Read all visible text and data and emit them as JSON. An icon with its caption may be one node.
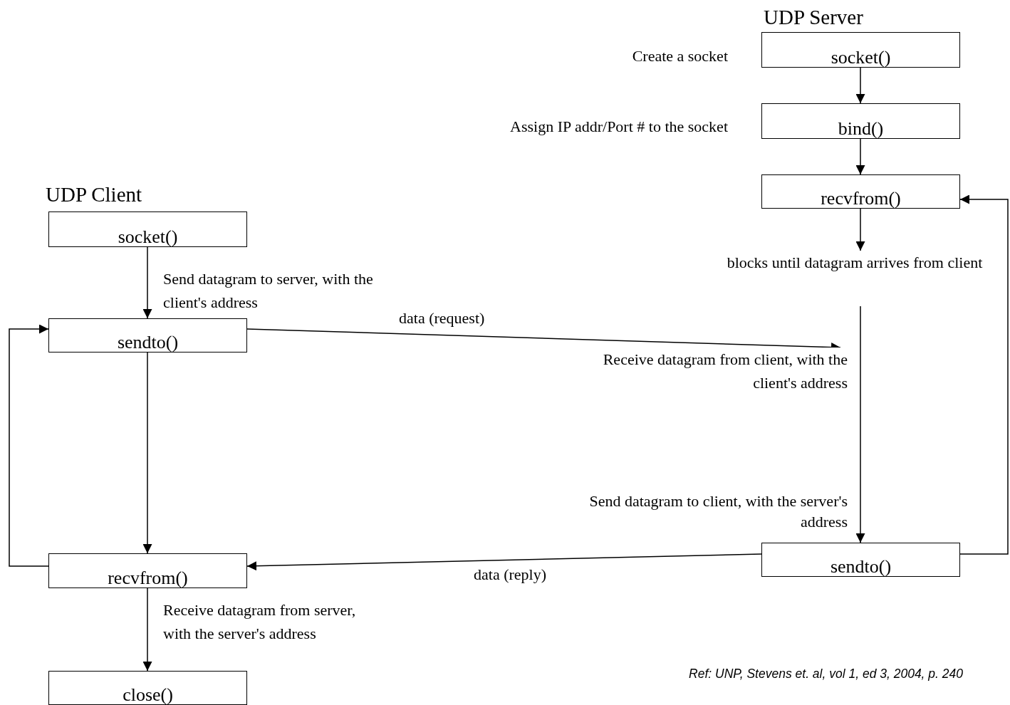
{
  "diagram": {
    "nodes": [
      {
        "text": [
          "socket()"
        ],
        "beside": [
          "Create a socket"
        ]
      },
      {
        "text": [
          "bind()"
        ],
        "beside": [
          "Assign IP addr/Port # to the socket"
        ]
      },
      {
        "text": [
          "recvfrom()"
        ]
      },
      {
        "text": [
          "blocks until datagram arrives from client"
        ]
      },
      {
        "text": [
          "sendto()"
        ]
      },
      {
        "text": [
          "socket()"
        ]
      },
      {
        "text": [
          "sendto()"
        ]
      },
      {
        "text": [
          "recvfrom()"
        ]
      },
      {
        "text": [
          "close()"
        ]
      },
      {
        "text": [
          "Receive datagram from client, with the client's address"
        ]
      }
    ],
    "edges": [
      {
        "from": 0,
        "to": 1,
        "arrow": "to"
      },
      {
        "from": 1,
        "to": 2,
        "arrow": "to"
      },
      {
        "from": 2,
        "to": 3,
        "arrow": "to"
      },
      {
        "from": 3,
        "to": 4,
        "arrow": "to"
      },
      {
        "from": 4,
        "to": 2,
        "arrow": "to"
      },
      {
        "from": 5,
        "to": 6,
        "arrow": "to",
        "label": "Send datagram to server, with the client's address"
      },
      {
        "from": 6,
        "to": 9,
        "arrow": "to",
        "label": "data  (request)"
      },
      {
        "from": 4,
        "to": 7,
        "arrow": "to",
        "label": "data  (reply)"
      },
      {
        "from": 6,
        "to": 7,
        "arrow": "to"
      },
      {
        "from": 7,
        "to": 6,
        "arrow": "to"
      },
      {
        "from": 7,
        "to": 8,
        "arrow": "to",
        "label": "Receive datagram from server, with the server's address"
      }
    ],
    "labels": [
      "UDP Server",
      "UDP Client",
      "Send datagram to client, with the server's address",
      "Ref: UNP, Stevens et. al, vol 1, ed 3, 2004, p. 240"
    ]
  }
}
